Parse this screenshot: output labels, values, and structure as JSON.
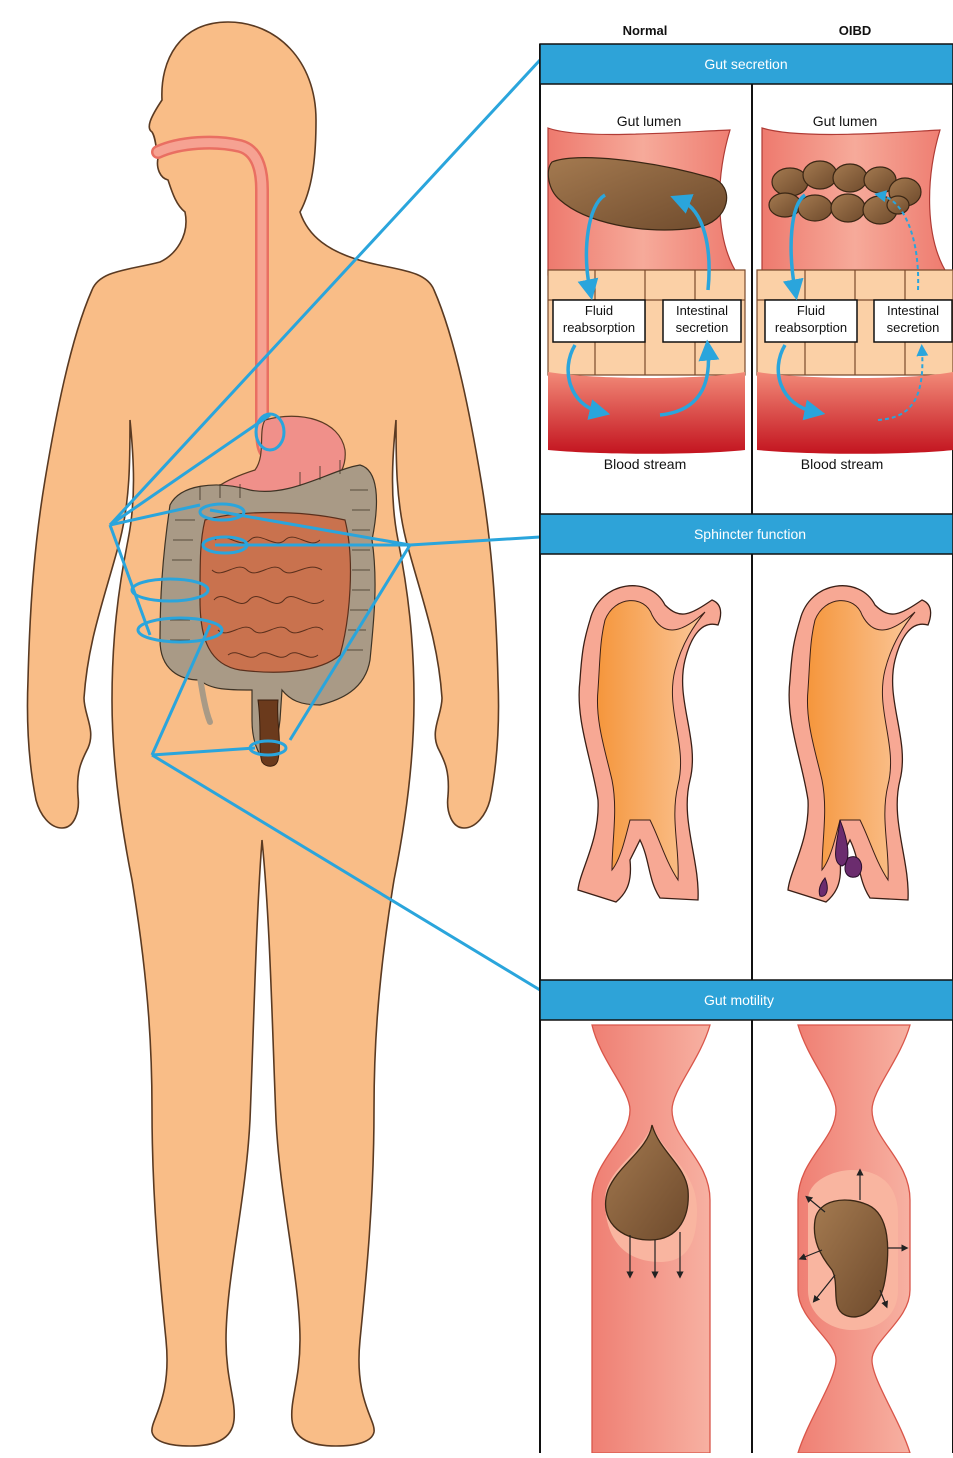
{
  "columns": {
    "normal": "Normal",
    "oibd": "OIBD"
  },
  "panels": {
    "secretion": {
      "title": "Gut secretion",
      "normal": {
        "lumen": "Gut lumen",
        "blood": "Blood stream",
        "fluid_line1": "Fluid",
        "fluid_line2": "reabsorption",
        "secretion_line1": "Intestinal",
        "secretion_line2": "secretion"
      },
      "oibd": {
        "lumen": "Gut lumen",
        "blood": "Blood stream",
        "fluid_line1": "Fluid",
        "fluid_line2": "reabsorption",
        "secretion_line1": "Intestinal",
        "secretion_line2": "secretion"
      }
    },
    "sphincter": {
      "title": "Sphincter function"
    },
    "motility": {
      "title": "Gut motility"
    }
  },
  "colors": {
    "skin": "#f9bd87",
    "skin_outline": "#5a3a22",
    "header_blue": "#2ea3d8",
    "connector_blue": "#2aa5dc",
    "stool": "#8b6542",
    "gut_wall": "#f07a6a",
    "blood": "#c8202a",
    "cell": "#fbd0a6",
    "sphincter_fill": "#f8a98a",
    "lesion": "#6b2c6e"
  }
}
